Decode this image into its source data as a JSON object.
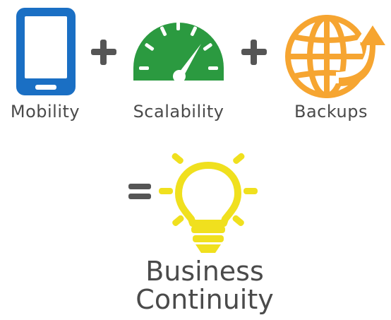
{
  "terms": [
    {
      "label": "Mobility",
      "icon": "smartphone-icon",
      "color": "#1a6fc4"
    },
    {
      "label": "Scalability",
      "icon": "speedometer-icon",
      "color": "#2b9a40"
    },
    {
      "label": "Backups",
      "icon": "globe-upload-icon",
      "color": "#f6a531"
    }
  ],
  "operators": {
    "plus": "+",
    "equals": "="
  },
  "result": {
    "line1": "Business",
    "line2": "Continuity",
    "icon": "lightbulb-icon",
    "color": "#f0e01e"
  },
  "text_color": "#4a4a4a"
}
